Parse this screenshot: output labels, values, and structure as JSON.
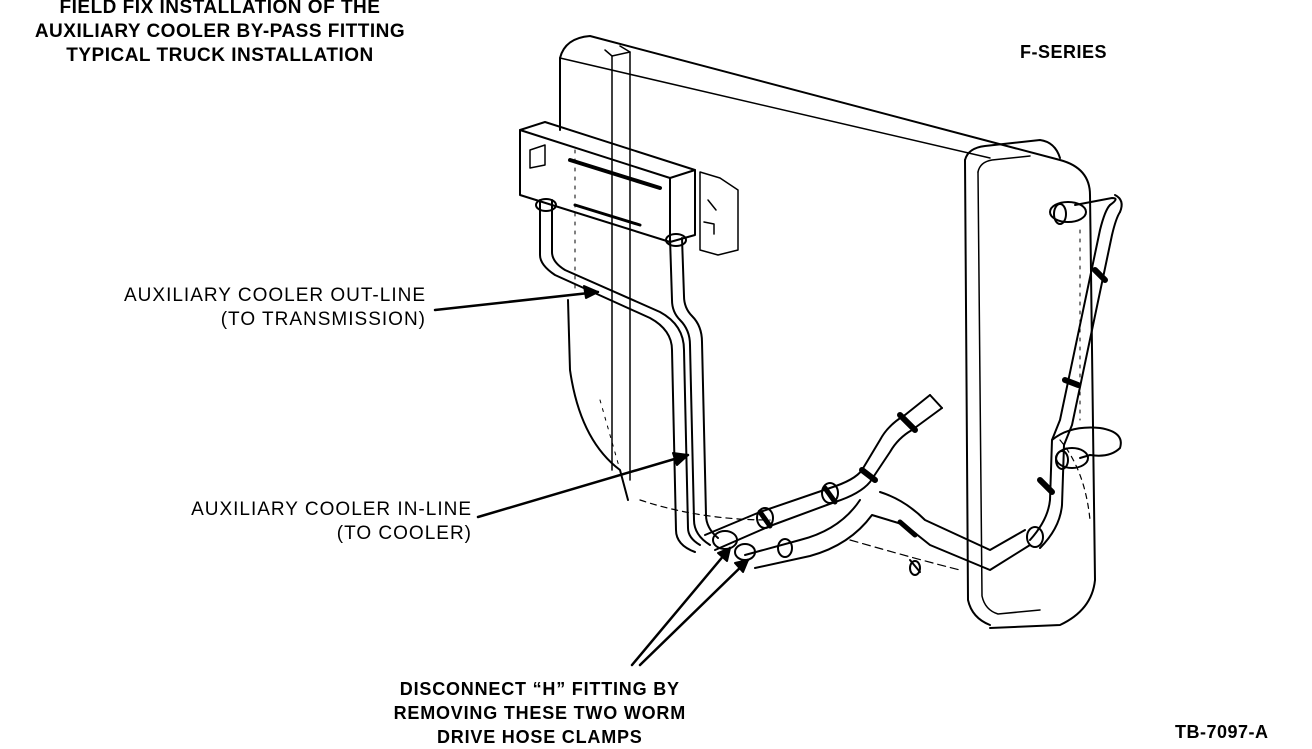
{
  "title": {
    "line1": "FIELD FIX INSTALLATION OF THE",
    "line2": "AUXILIARY COOLER BY-PASS FITTING",
    "line3": "TYPICAL TRUCK INSTALLATION"
  },
  "series_label": "F-SERIES",
  "callouts": {
    "out_line": {
      "line1": "AUXILIARY COOLER OUT-LINE",
      "line2": "(TO TRANSMISSION)"
    },
    "in_line": {
      "line1": "AUXILIARY COOLER IN-LINE",
      "line2": "(TO COOLER)"
    },
    "clamps": {
      "line1": "DISCONNECT “H” FITTING BY",
      "line2": "REMOVING THESE TWO WORM",
      "line3": "DRIVE HOSE CLAMPS"
    }
  },
  "figure_number": "TB-7097-A"
}
